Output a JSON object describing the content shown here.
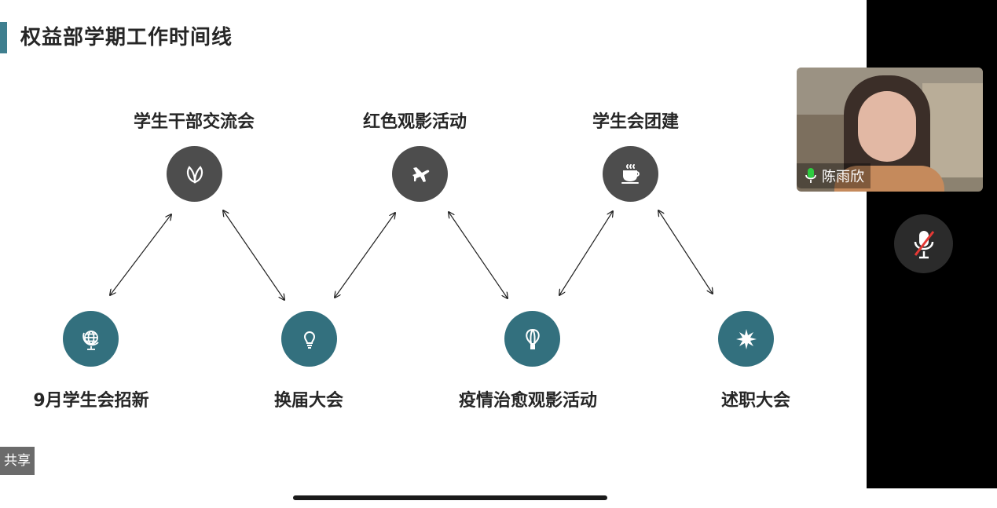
{
  "slide": {
    "title": "权益部学期工作时间线",
    "top_nodes": [
      {
        "label": "学生干部交流会",
        "icon": "leaf-icon"
      },
      {
        "label": "红色观影活动",
        "icon": "airplane-icon"
      },
      {
        "label": "学生会团建",
        "icon": "coffee-cup-icon"
      }
    ],
    "bottom_nodes": [
      {
        "label": "9月学生会招新",
        "icon": "globe-icon"
      },
      {
        "label": "换届大会",
        "icon": "lightbulb-icon"
      },
      {
        "label": "疫情治愈观影活动",
        "icon": "hot-air-balloon-icon"
      },
      {
        "label": "述职大会",
        "icon": "sun-icon"
      }
    ]
  },
  "share_label": "共享",
  "participant": {
    "name": "陈雨欣"
  },
  "colors": {
    "teal": "#33707e",
    "dark": "#4d4d4d",
    "accent_bar": "#3f7f8f",
    "mic_active": "#2ecc40",
    "mic_muted": "#e53935"
  }
}
